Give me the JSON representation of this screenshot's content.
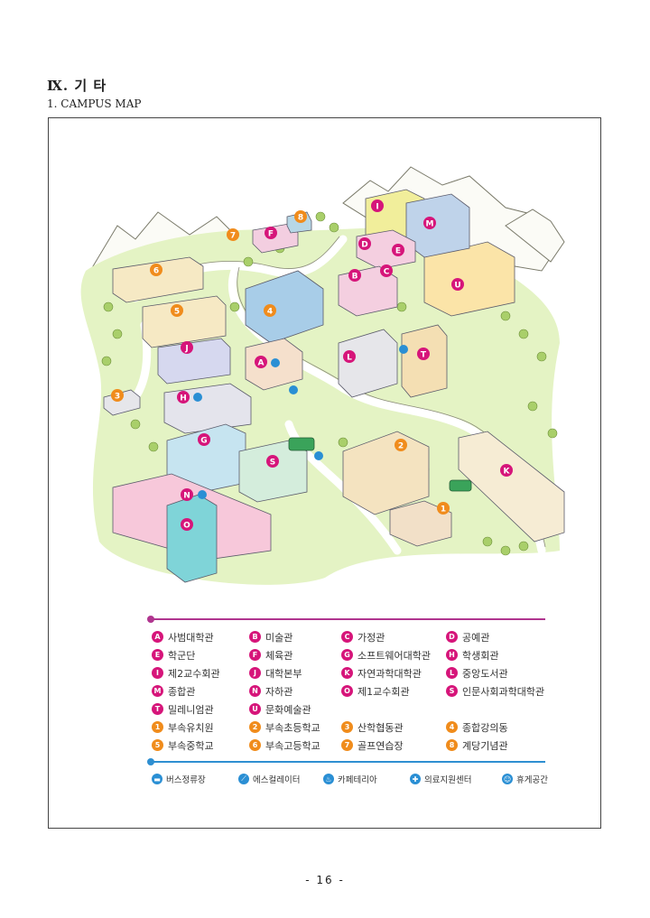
{
  "page": {
    "heading": "Ⅸ. 기   타",
    "subheading": "1. CAMPUS MAP",
    "page_number": "- 16 -"
  },
  "colors": {
    "building_marker": "#d6157a",
    "facility_marker": "#f08c1c",
    "amenity_marker": "#2a8fd4",
    "legend_line_top": "#b0358f",
    "legend_line_bottom": "#2e8fd1"
  },
  "map": {
    "markers": [
      "A",
      "B",
      "C",
      "D",
      "E",
      "G",
      "H",
      "I",
      "J",
      "K",
      "L",
      "M",
      "N",
      "O",
      "S",
      "T",
      "U",
      "1",
      "2",
      "3",
      "4",
      "5",
      "6",
      "7",
      "8"
    ]
  },
  "legend": {
    "buildings": [
      {
        "code": "A",
        "name": "사범대학관",
        "kind": "building"
      },
      {
        "code": "B",
        "name": "미술관",
        "kind": "building"
      },
      {
        "code": "C",
        "name": "가정관",
        "kind": "building"
      },
      {
        "code": "D",
        "name": "공예관",
        "kind": "building"
      },
      {
        "code": "E",
        "name": "학군단",
        "kind": "building"
      },
      {
        "code": "F",
        "name": "체육관",
        "kind": "building"
      },
      {
        "code": "G",
        "name": "소프트웨어대학관",
        "kind": "building"
      },
      {
        "code": "H",
        "name": "학생회관",
        "kind": "building"
      },
      {
        "code": "I",
        "name": "제2교수회관",
        "kind": "building"
      },
      {
        "code": "J",
        "name": "대학본부",
        "kind": "building"
      },
      {
        "code": "K",
        "name": "자연과학대학관",
        "kind": "building"
      },
      {
        "code": "L",
        "name": "중앙도서관",
        "kind": "building"
      },
      {
        "code": "M",
        "name": "종합관",
        "kind": "building"
      },
      {
        "code": "N",
        "name": "자하관",
        "kind": "building"
      },
      {
        "code": "O",
        "name": "제1교수회관",
        "kind": "building"
      },
      {
        "code": "S",
        "name": "인문사회과학대학관",
        "kind": "building"
      },
      {
        "code": "T",
        "name": "밀레니엄관",
        "kind": "building"
      },
      {
        "code": "U",
        "name": "문화예술관",
        "kind": "building"
      },
      {
        "code": "",
        "name": "",
        "kind": "empty"
      },
      {
        "code": "",
        "name": "",
        "kind": "empty"
      },
      {
        "code": "1",
        "name": "부속유치원",
        "kind": "facility"
      },
      {
        "code": "2",
        "name": "부속초등학교",
        "kind": "facility"
      },
      {
        "code": "3",
        "name": "산학협동관",
        "kind": "facility"
      },
      {
        "code": "4",
        "name": "종합강의동",
        "kind": "facility"
      },
      {
        "code": "5",
        "name": "부속중학교",
        "kind": "facility"
      },
      {
        "code": "6",
        "name": "부속고등학교",
        "kind": "facility"
      },
      {
        "code": "7",
        "name": "골프연습장",
        "kind": "facility"
      },
      {
        "code": "8",
        "name": "계당기념관",
        "kind": "facility"
      }
    ],
    "facilities": [
      {
        "icon": "bus-icon",
        "glyph": "▬",
        "name": "버스정류장"
      },
      {
        "icon": "escalator-icon",
        "glyph": "⟋",
        "name": "에스컬레이터"
      },
      {
        "icon": "cafeteria-icon",
        "glyph": "♨",
        "name": "카페테리아"
      },
      {
        "icon": "medical-icon",
        "glyph": "✚",
        "name": "의료지원센터"
      },
      {
        "icon": "rest-area-icon",
        "glyph": "☺",
        "name": "휴게공간"
      }
    ]
  }
}
